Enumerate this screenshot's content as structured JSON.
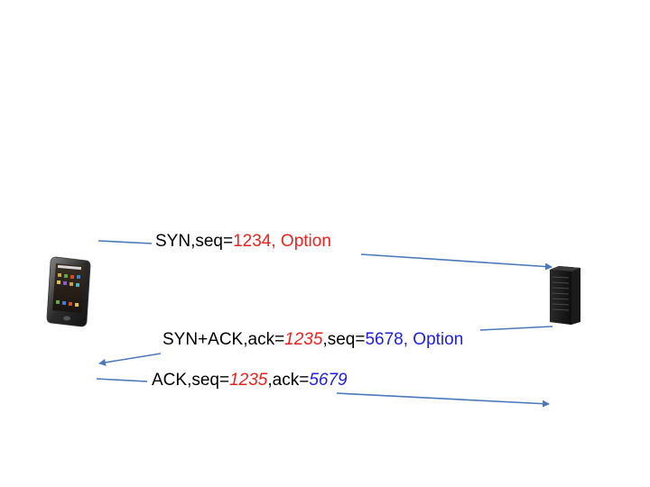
{
  "messages": {
    "syn": {
      "label": "SYN,seq=",
      "seq": "1234",
      "option": ", Option"
    },
    "synack": {
      "label": "SYN+ACK,ack=",
      "ack": "1235",
      "seq_label": ",seq=",
      "seq": "5678",
      "option": ", Option"
    },
    "ack": {
      "label": "ACK,seq=",
      "seq": "1235",
      "ack_label": ",ack=",
      "ack": "5679"
    }
  },
  "colors": {
    "client_values": "#e8231f",
    "server_values": "#1f1fe0",
    "arrow": "#4a78b8"
  },
  "icons": {
    "client": "smartphone-icon",
    "server": "tower-server-icon"
  }
}
